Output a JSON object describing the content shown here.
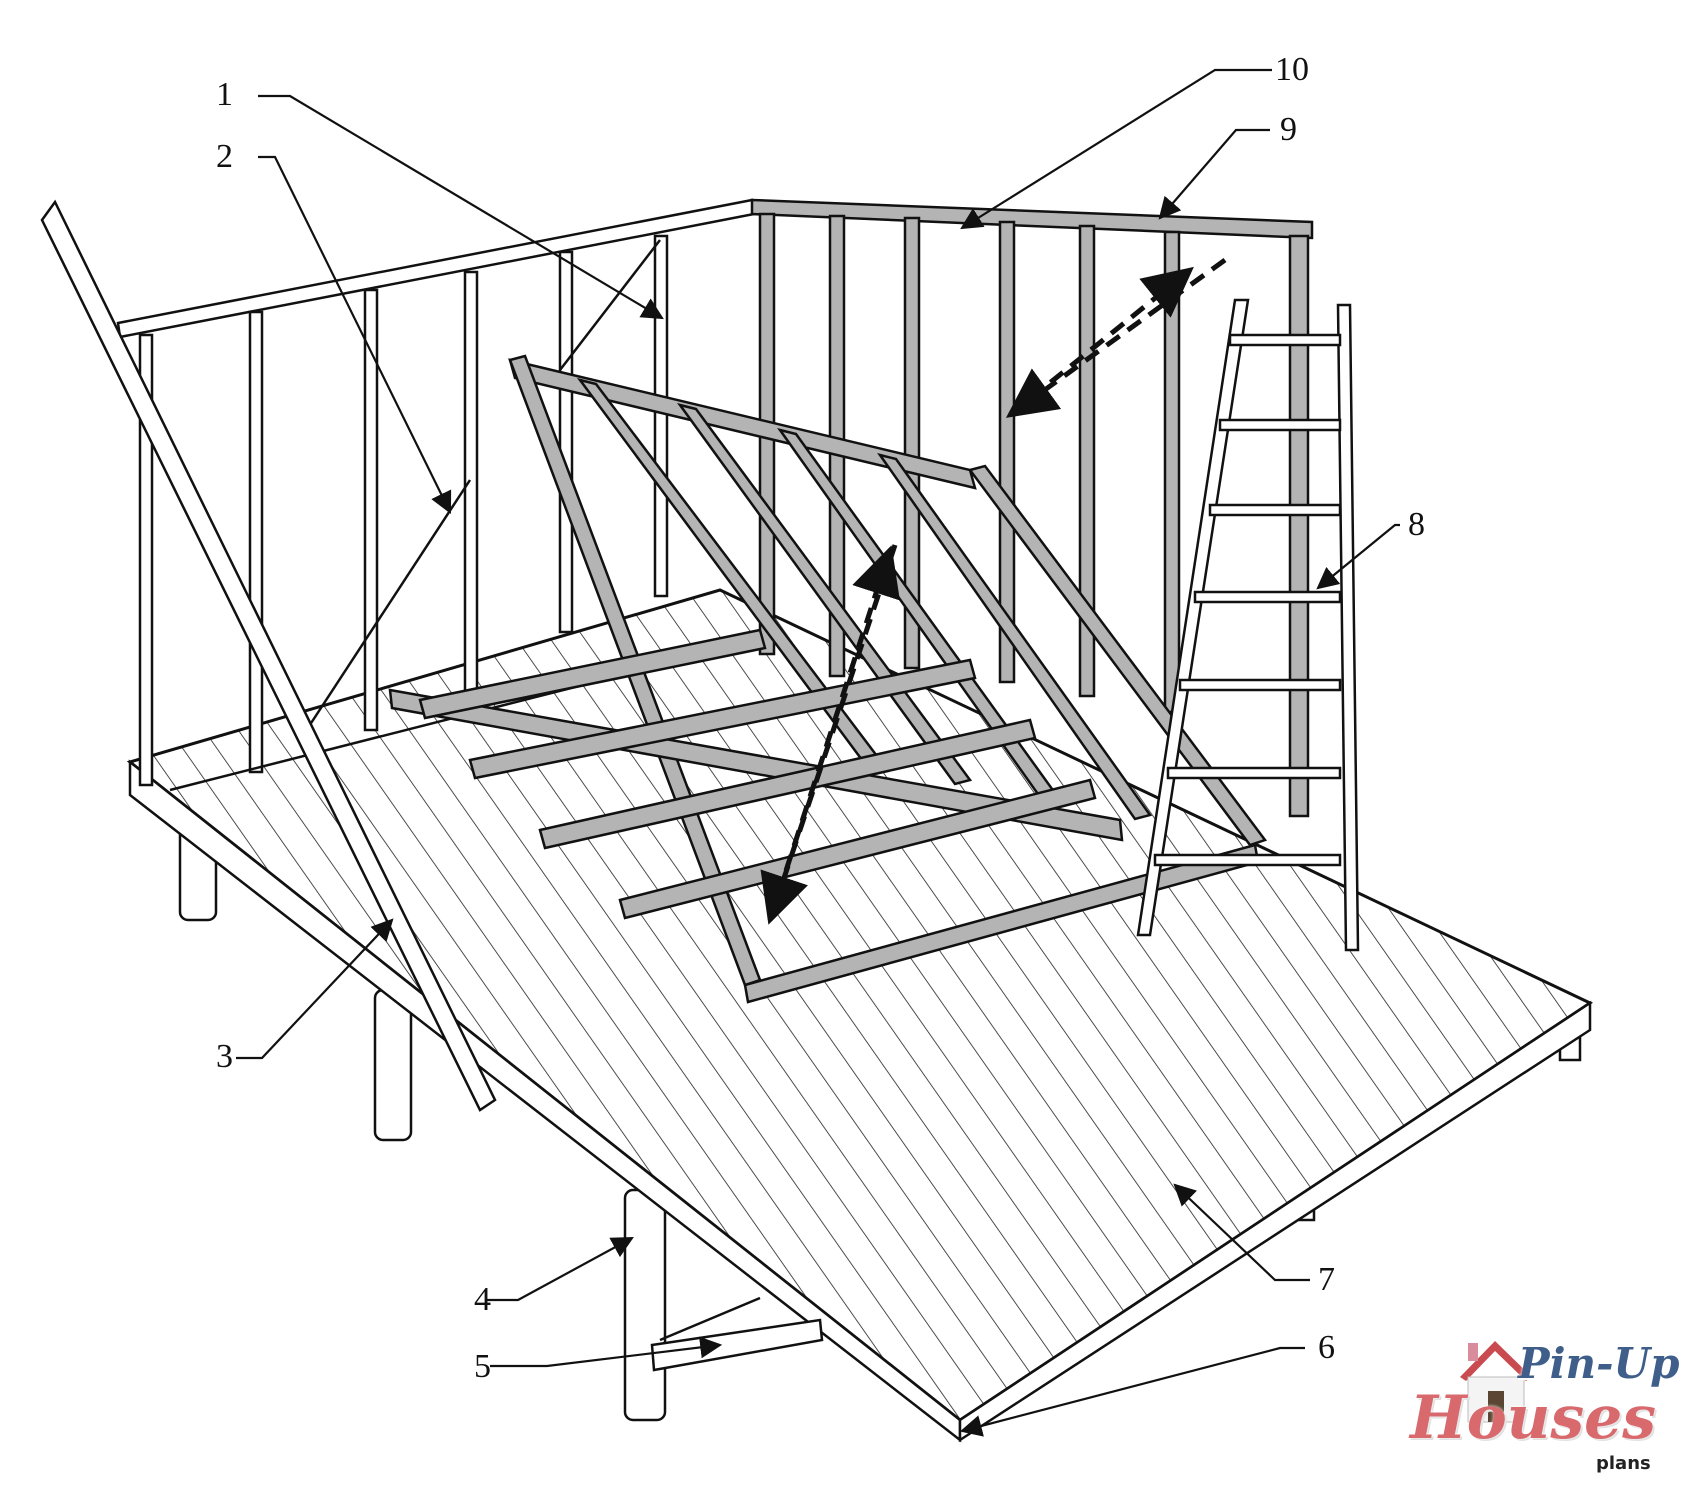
{
  "diagram": {
    "type": "isometric-construction-drawing",
    "subject": "Wall framing raised onto a platform deck with ladder",
    "colors": {
      "line": "#111111",
      "framed_wall_fill": "#b4b4b4",
      "background": "#ffffff",
      "brand_blue": "#3f5f8a",
      "brand_red": "#d86a6e"
    }
  },
  "callouts": [
    {
      "id": "1",
      "text": "1"
    },
    {
      "id": "2",
      "text": "2"
    },
    {
      "id": "3",
      "text": "3"
    },
    {
      "id": "4",
      "text": "4"
    },
    {
      "id": "5",
      "text": "5"
    },
    {
      "id": "6",
      "text": "6"
    },
    {
      "id": "7",
      "text": "7"
    },
    {
      "id": "8",
      "text": "8"
    },
    {
      "id": "9",
      "text": "9"
    },
    {
      "id": "10",
      "text": "10"
    }
  ],
  "logo": {
    "line1": "Pin-Up",
    "line2": "Houses",
    "line3": "plans"
  }
}
